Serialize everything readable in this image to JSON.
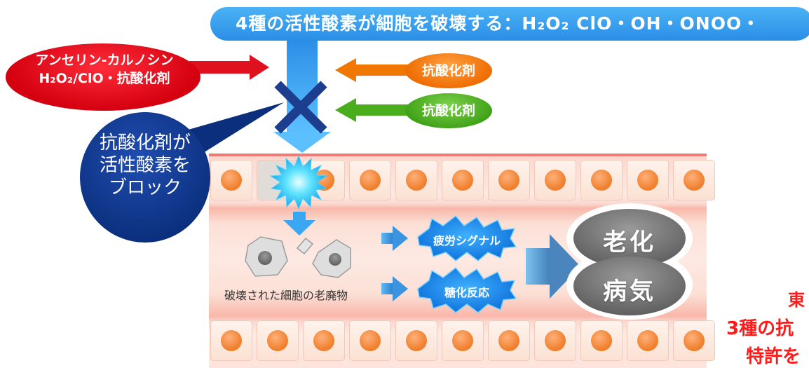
{
  "banner": {
    "text": "4種の活性酸素が細胞を破壊する：H₂O₂  ClO・OH・ONOO・"
  },
  "red_label": {
    "line1": "アンセリン-カルノシン",
    "line2": "H₂O₂/ClO・抗酸化剤"
  },
  "orange_label": "抗酸化剤",
  "green_label": "抗酸化剤",
  "navy_label": {
    "line1": "抗酸化剤が",
    "line2": "活性酸素を",
    "line3": "ブロック"
  },
  "waste_label": "破壊された細胞の老廃物",
  "signals": {
    "fatigue": "疲労シグナル",
    "glycation": "糖化反応"
  },
  "outcome": {
    "aging": "老化",
    "disease": "病気"
  },
  "cutoff": {
    "line1": "東",
    "line2": "3種の抗",
    "line3": "特許を"
  },
  "colors": {
    "banner": "#2b8ee6",
    "red": "#d4000f",
    "orange": "#ee6a00",
    "green": "#3ea016",
    "navy": "#0b2f7d",
    "blue_arrow": "#3aa7f2"
  }
}
